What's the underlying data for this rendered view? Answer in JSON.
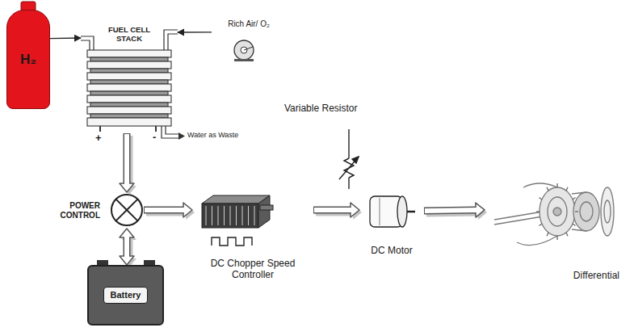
{
  "diagram": {
    "nodes": [
      {
        "text": [
          "H₂"
        ]
      },
      {
        "text": [
          "FUEL CELL STACK"
        ]
      },
      {
        "text": [
          "Rich Air/ O₂"
        ]
      },
      {
        "text": [
          "POWER CONTROL"
        ]
      },
      {
        "text": [
          "Battery"
        ]
      },
      {
        "text": [
          "DC Chopper Speed Controller"
        ]
      },
      {
        "text": [
          "DC Motor"
        ]
      },
      {
        "text": [
          "Differential"
        ]
      }
    ],
    "edges": [
      {
        "from": 0,
        "to": 1,
        "arrow": "to"
      },
      {
        "from": 2,
        "to": 1,
        "arrow": "to"
      },
      {
        "from": 1,
        "to": 3,
        "arrow": "to"
      },
      {
        "from": 3,
        "to": 4,
        "arrow": "both"
      },
      {
        "from": 3,
        "to": 5,
        "arrow": "to"
      },
      {
        "from": 5,
        "to": 6,
        "arrow": "to"
      },
      {
        "from": 6,
        "to": 7,
        "arrow": "to"
      }
    ],
    "labels": [
      "+",
      "-",
      "Water as Waste",
      "Variable Resistor"
    ]
  }
}
